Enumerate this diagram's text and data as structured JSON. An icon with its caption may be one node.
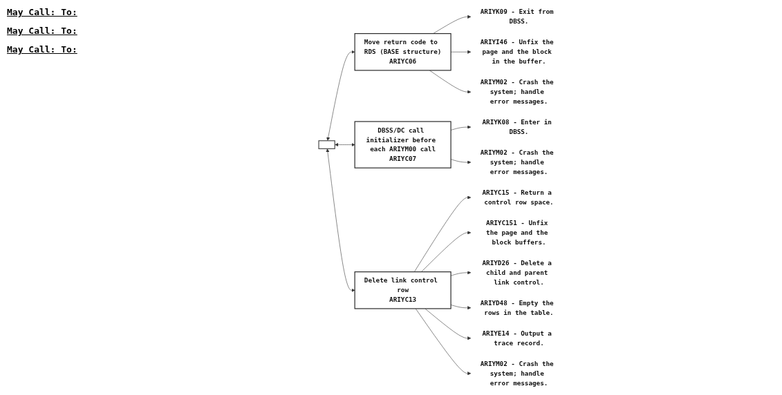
{
  "diagram": {
    "nodes": [
      {
        "text": [],
        "shape": "box"
      },
      {
        "text": [
          "Move return code to RDS (BASE structure)",
          "ARIYC06"
        ]
      },
      {
        "text": [
          "ARIYK09 - Exit from DBSS."
        ]
      },
      {
        "text": [
          "ARIYI46 - Unfix the page and the block in the buffer."
        ]
      },
      {
        "text": [
          "ARIYM02 - Crash the system; handle error messages."
        ]
      },
      {
        "text": [
          "DBSS/DC call initializer before each ARIYM00 call",
          "ARIYC07"
        ]
      },
      {
        "text": [
          "ARIYK08 - Enter in DBSS."
        ]
      },
      {
        "text": [
          "ARIYM02 - Crash the system; handle error messages."
        ]
      },
      {
        "text": [
          "Delete link control row",
          "ARIYC13"
        ]
      },
      {
        "text": [
          "ARIYC15 - Return a control row space."
        ]
      },
      {
        "text": [
          "ARIYC151 - Unfix the page and the block buffers."
        ]
      },
      {
        "text": [
          "ARIYD26 - Delete a child and parent link control."
        ]
      },
      {
        "text": [
          "ARIYD48 - Empty the rows in the table."
        ]
      },
      {
        "text": [
          "ARIYE14 - Output a trace record."
        ]
      },
      {
        "text": [
          "ARIYM02 - Crash the system; handle error messages."
        ]
      }
    ],
    "edges": [
      {
        "from": 0,
        "to": 1,
        "arrow": "both"
      },
      {
        "from": 1,
        "to": 2,
        "arrow": "to"
      },
      {
        "from": 1,
        "to": 3,
        "arrow": "to"
      },
      {
        "from": 1,
        "to": 4,
        "arrow": "to"
      },
      {
        "from": 0,
        "to": 5,
        "arrow": "both"
      },
      {
        "from": 5,
        "to": 6,
        "arrow": "to"
      },
      {
        "from": 5,
        "to": 7,
        "arrow": "to"
      },
      {
        "from": 0,
        "to": 8,
        "arrow": "both"
      },
      {
        "from": 8,
        "to": 9,
        "arrow": "to"
      },
      {
        "from": 8,
        "to": 10,
        "arrow": "to"
      },
      {
        "from": 8,
        "to": 11,
        "arrow": "to"
      },
      {
        "from": 8,
        "to": 12,
        "arrow": "to"
      },
      {
        "from": 8,
        "to": 13,
        "arrow": "to"
      },
      {
        "from": 8,
        "to": 14,
        "arrow": "to"
      }
    ],
    "labels": [
      "May Call: To:",
      "May Call: To:",
      "May Call: To:"
    ]
  }
}
